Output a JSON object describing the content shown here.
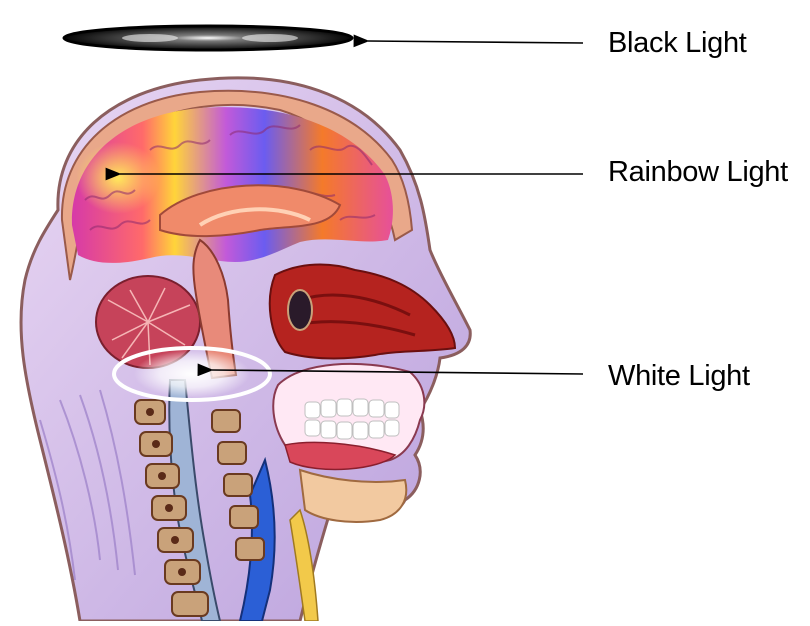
{
  "labels": {
    "black_light": "Black Light",
    "rainbow_light": "Rainbow Light",
    "white_light": "White Light"
  },
  "colors": {
    "halo_dark": "#0a0a0a",
    "skin": "#d9c3e6",
    "brain_magenta": "#d63aa8",
    "brain_orange": "#f47a2a",
    "brain_yellow": "#ffd43a",
    "brain_blue": "#6b5cf0",
    "tissue_red": "#b5231f",
    "spine_tan": "#c9a27a",
    "vertebra": "#8a5a3c",
    "artery_blue": "#2b5fd6"
  },
  "illustration": "sagittal cross-section of a human head with glowing brain"
}
